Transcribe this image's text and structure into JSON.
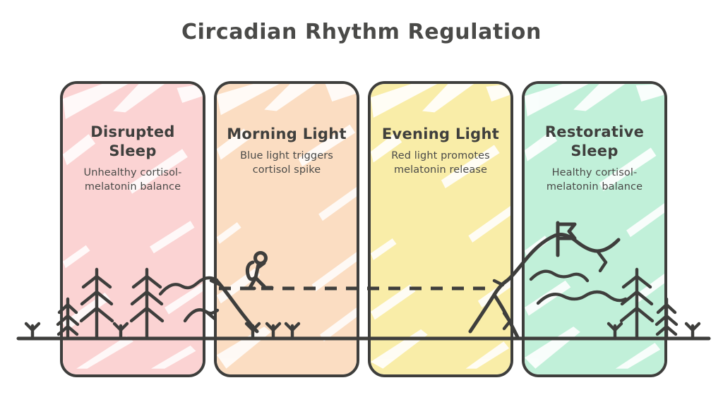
{
  "title": "Circadian Rhythm Regulation",
  "colors": {
    "ink": "#3e3e3c",
    "title_text": "#4a4a48",
    "background": "#ffffff",
    "panel_1_fill": "#fbd3d3",
    "panel_2_fill": "#fbddc2",
    "panel_3_fill": "#f9eda8",
    "panel_4_fill": "#c1f0d9",
    "brush_highlight": "#ffffff"
  },
  "panels": [
    {
      "id": "disrupted-sleep",
      "title": "Disrupted Sleep",
      "title_line_1": "Disrupted",
      "title_line_2": "Sleep",
      "subtitle": "Unhealthy cortisol-melatonin balance",
      "subtitle_line_1": "Unhealthy cortisol-",
      "subtitle_line_2": "melatonin balance",
      "fill": "#fbd3d3"
    },
    {
      "id": "morning-light",
      "title": "Morning Light",
      "title_line_1": "Morning Light",
      "title_line_2": "",
      "subtitle": "Blue light triggers cortisol spike",
      "subtitle_line_1": "Blue light triggers",
      "subtitle_line_2": "cortisol spike",
      "fill": "#fbddc2"
    },
    {
      "id": "evening-light",
      "title": "Evening Light",
      "title_line_1": "Evening Light",
      "title_line_2": "",
      "subtitle": "Red light promotes melatonin release",
      "subtitle_line_1": "Red light promotes",
      "subtitle_line_2": "melatonin release",
      "fill": "#f9eda8"
    },
    {
      "id": "restorative-sleep",
      "title": "Restorative Sleep",
      "title_line_1": "Restorative",
      "title_line_2": "Sleep",
      "subtitle": "Healthy cortisol-melatonin balance",
      "subtitle_line_1": "Healthy cortisol-",
      "subtitle_line_2": "melatonin balance",
      "fill": "#c1f0d9"
    }
  ],
  "illustration": {
    "description": "Hand-drawn line scene spanning all four panels: pine forest on the left, a hiker with a backpack walking a dashed trail, a flagged mountain summit, rolling hills and pines on the right, all standing on a single horizon ground line.",
    "elements": [
      "pine-tree",
      "grass-tuft",
      "hiker-figure",
      "backpack",
      "dashed-trail",
      "mountain-peak",
      "summit-flag",
      "rolling-hill",
      "ground-line"
    ]
  }
}
